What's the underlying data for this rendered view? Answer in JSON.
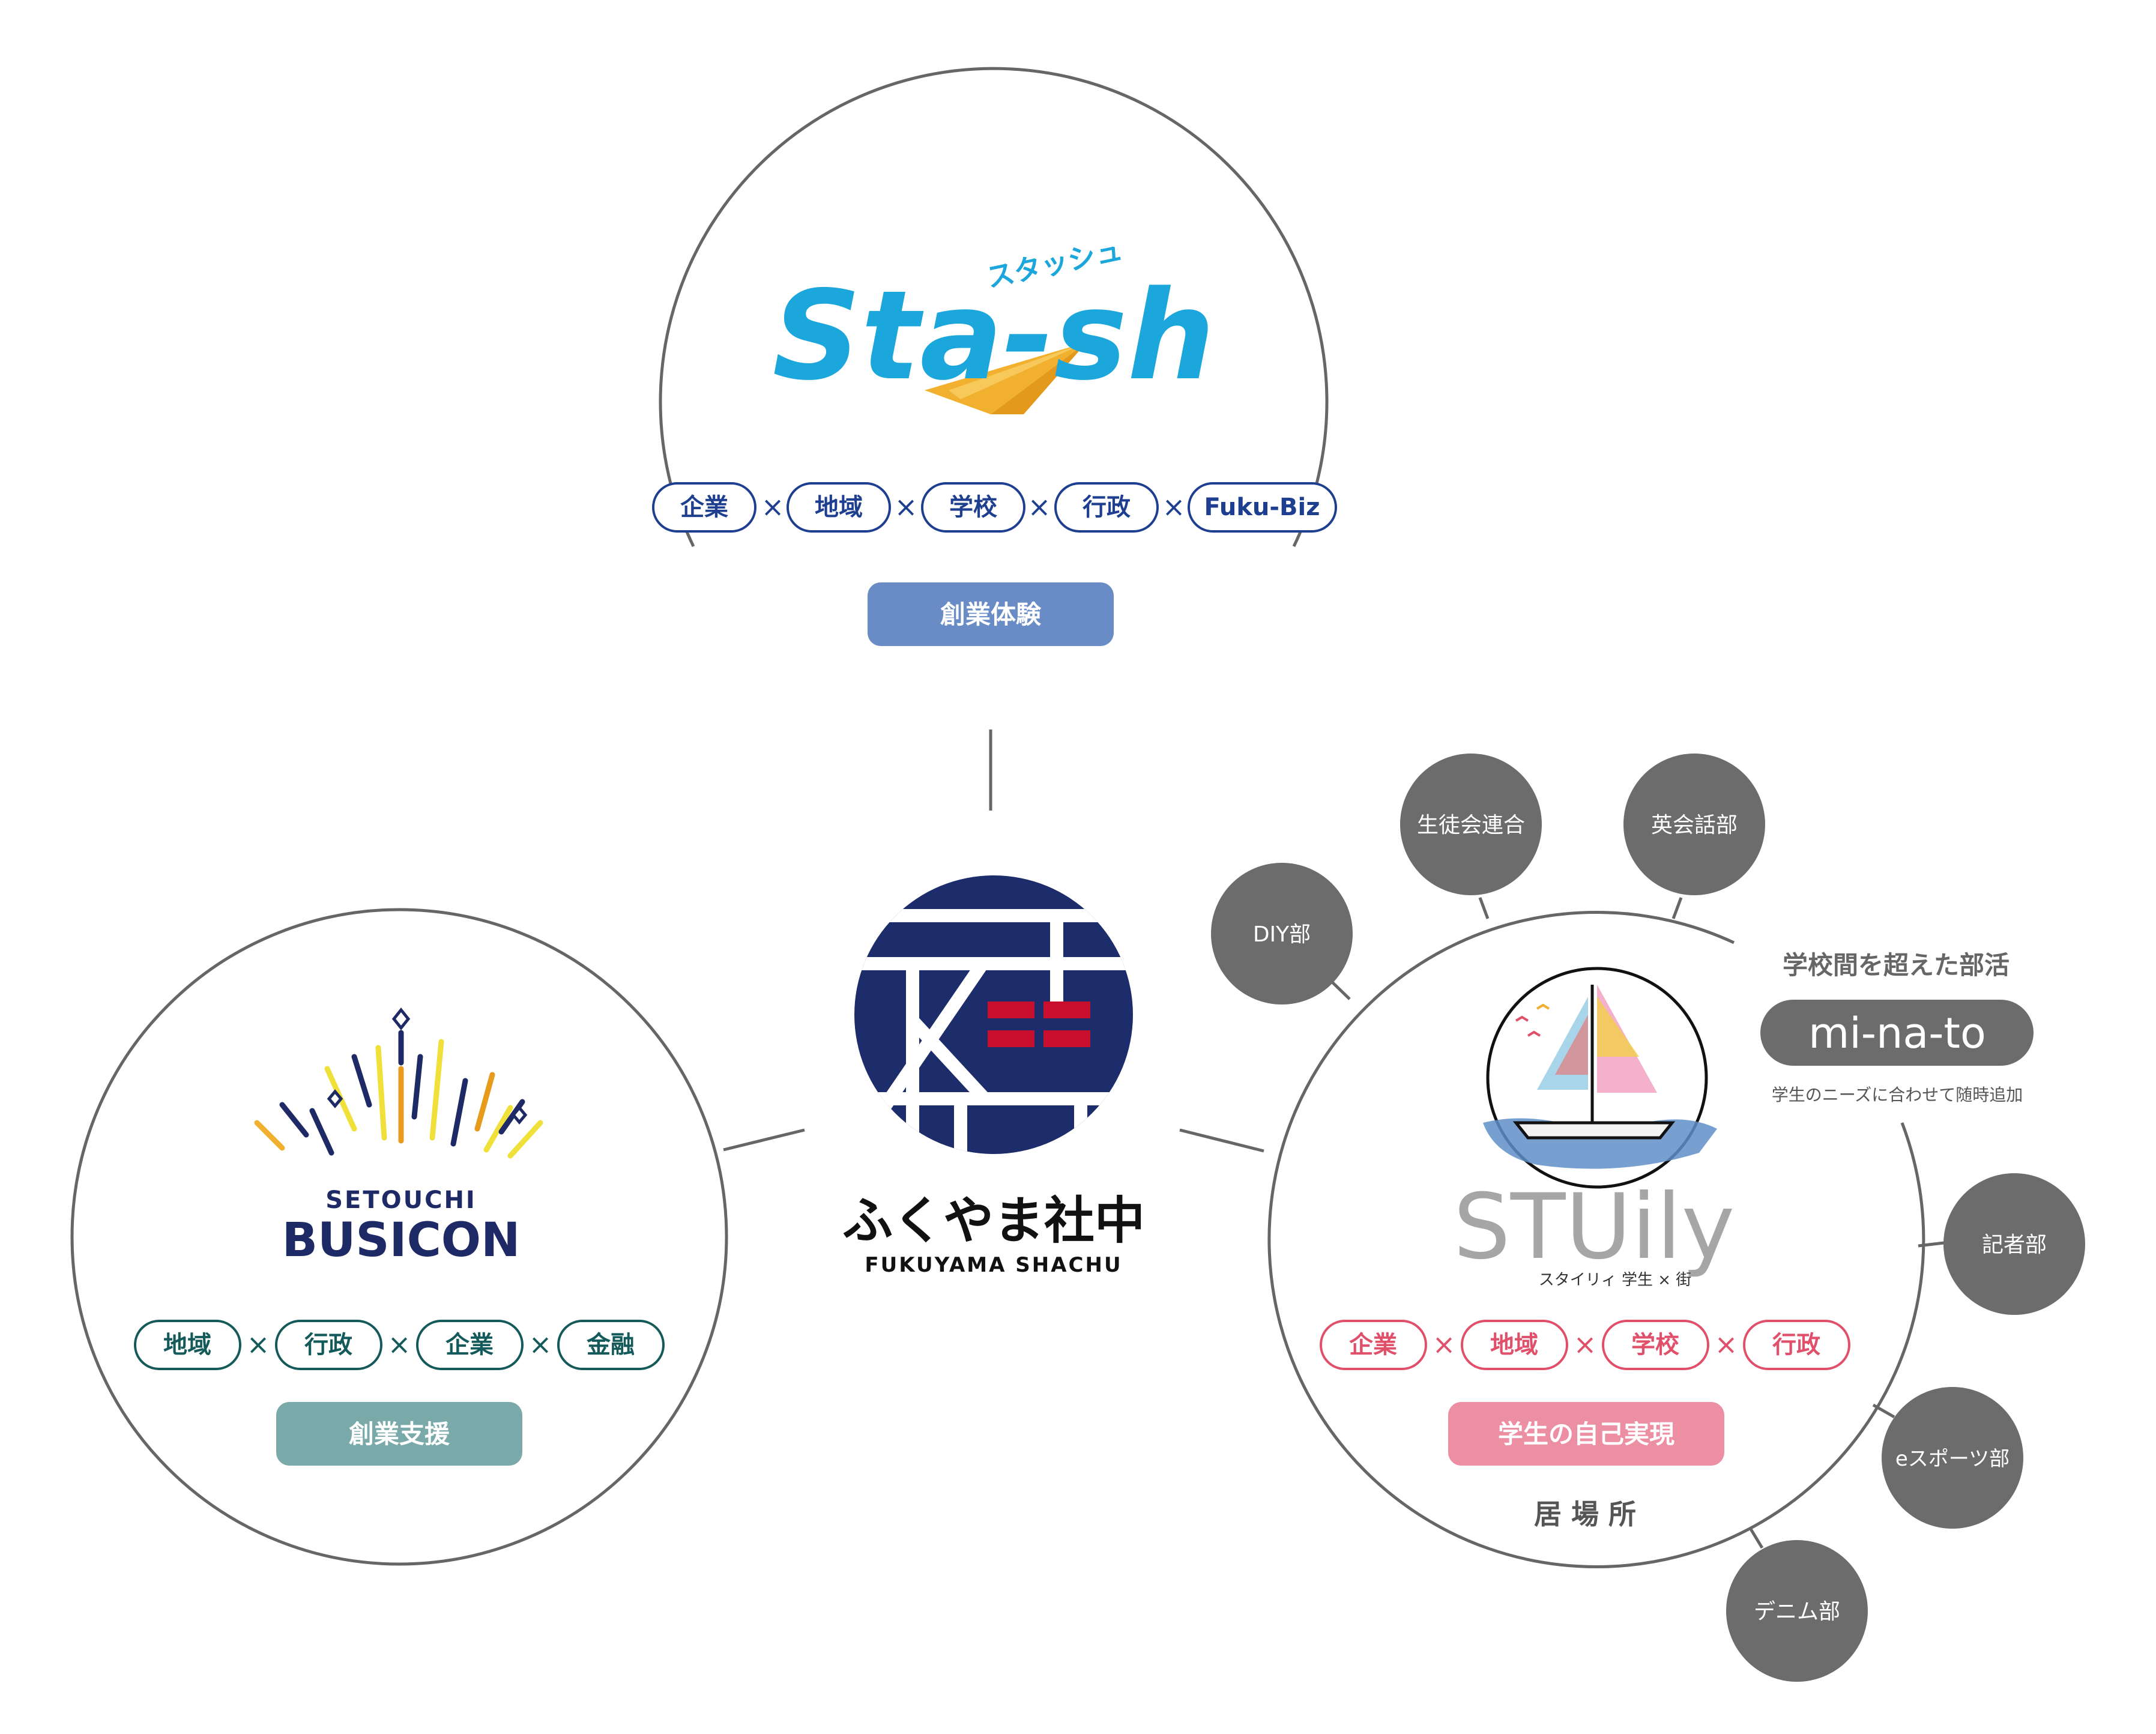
{
  "colors": {
    "ring": "#666666",
    "stash_blue": "#1ba6dc",
    "stash_yellow": "#f2b02f",
    "stash_tag": "#1e3f8f",
    "stash_pill": "#6a8cc6",
    "busicon_navy": "#1e2a66",
    "busicon_tag": "#155a5a",
    "busicon_pill": "#7aa9a9",
    "stuily_red": "#e0506b",
    "stuily_pill": "#ec8fa3",
    "stuily_gray": "#a6a6a6",
    "club_gray": "#6c6c6c",
    "center_navy": "#1d2d6b",
    "center_red": "#c8102e"
  },
  "center": {
    "logo_icon": "fukuyama-shachu-emblem",
    "name": "ふくやま社中",
    "name_en": "FUKUYAMA SHACHU"
  },
  "stash": {
    "logo_text": "Sta-sh",
    "logo_kana": "スタッシュ",
    "logo_icon": "paper-plane-icon",
    "tags": [
      "企業",
      "地域",
      "学校",
      "行政",
      "Fuku-Biz"
    ],
    "separator": "×",
    "pill": "創業体験"
  },
  "busicon": {
    "logo_icon": "fireworks-icon",
    "logo_line1": "SETOUCHI",
    "logo_line2": "BUSICON",
    "tags": [
      "地域",
      "行政",
      "企業",
      "金融"
    ],
    "separator": "×",
    "pill": "創業支援"
  },
  "stuily": {
    "logo_icon": "sailboat-icon",
    "logo_text": "STUily",
    "logo_sub": "スタイリィ 学生 × 街",
    "tags": [
      "企業",
      "地域",
      "学校",
      "行政"
    ],
    "separator": "×",
    "pill": "学生の自己実現",
    "caption": "居 場 所"
  },
  "minato": {
    "heading": "学校間を超えた部活",
    "name": "mi-na-to",
    "caption": "学生のニーズに合わせて随時追加"
  },
  "clubs": [
    "DIY部",
    "生徒会連合",
    "英会話部",
    "記者部",
    "eスポーツ部",
    "デニム部"
  ]
}
